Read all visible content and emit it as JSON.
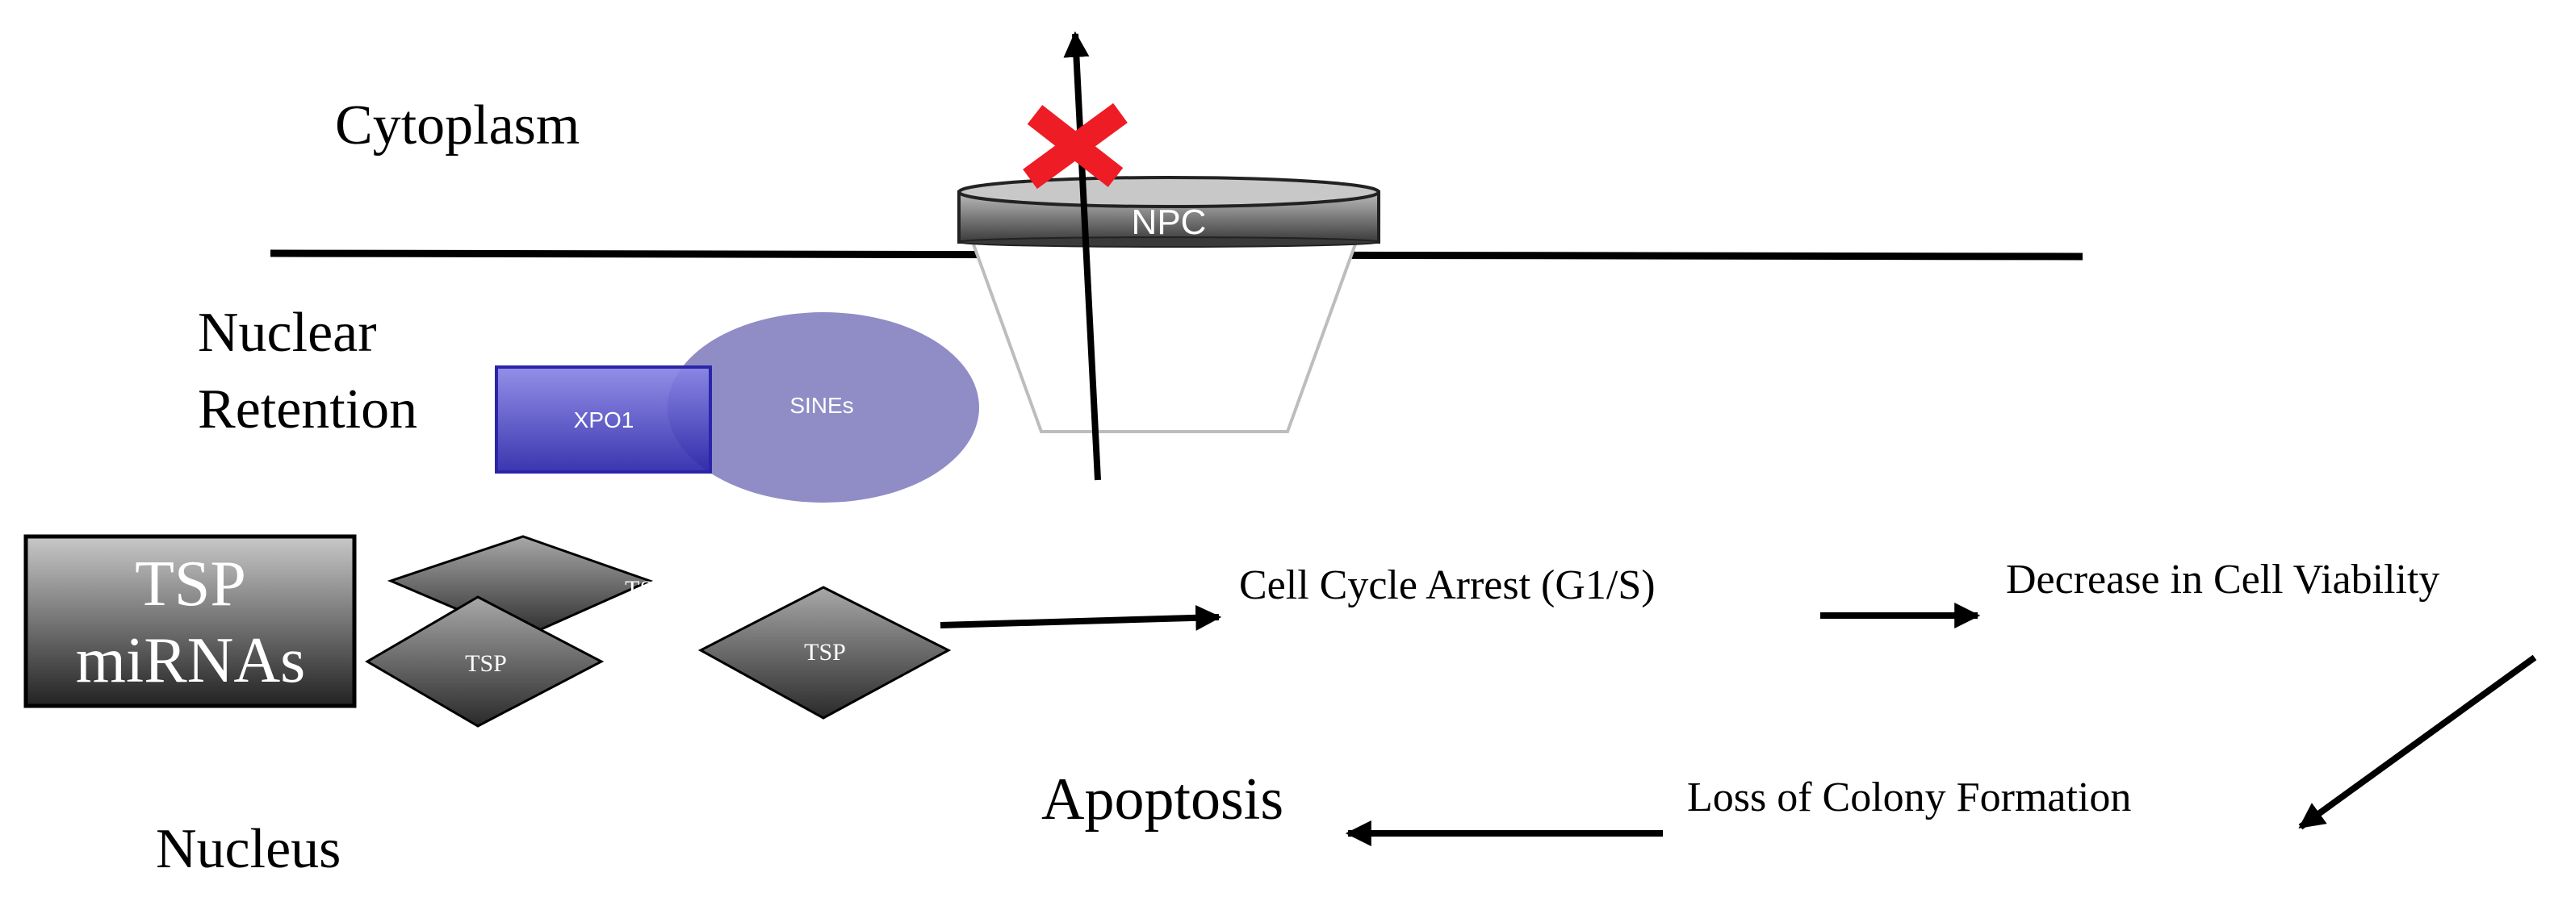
{
  "compartments": {
    "cytoplasm": "Cytoplasm",
    "nuclear_retention_line1": "Nuclear",
    "nuclear_retention_line2": "Retention",
    "nucleus": "Nucleus"
  },
  "pore": {
    "label": "NPC"
  },
  "complex": {
    "exporter": "XPO1",
    "inhibitor": "SINEs"
  },
  "tsp": {
    "box_line1": "TSP",
    "box_line2": "miRNAs",
    "diamonds": [
      "TSP",
      "TSP",
      "TSP"
    ]
  },
  "outcomes": {
    "cell_cycle_arrest": "Cell Cycle Arrest (G1/S)",
    "viability": "Decrease in Cell Viability",
    "colony": "Loss of Colony Formation",
    "apoptosis": "Apoptosis"
  },
  "colors": {
    "blocked_mark": "#ee1c25",
    "xpo1_fill": "#4b45c8",
    "sines_fill": "#8f8cc6",
    "arrow": "#000000"
  }
}
